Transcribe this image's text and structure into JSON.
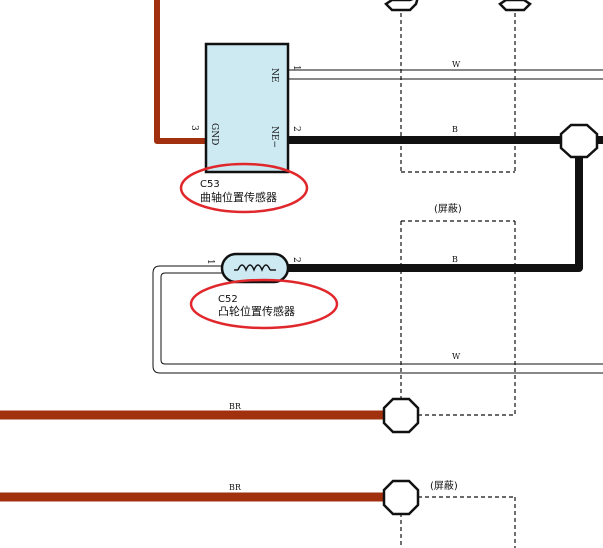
{
  "colors": {
    "harness_brown": "#a0300e",
    "sensor_fill": "#cde9f2",
    "highlight_red": "#e0282c",
    "wire_black": "#111111"
  },
  "crank_sensor": {
    "code": "C53",
    "name": "曲轴位置传感器",
    "pin1_label": "NE",
    "pin2_label": "NE−",
    "pin3_label": "GND",
    "pin1_num": "1",
    "pin2_num": "2",
    "pin3_num": "3"
  },
  "cam_sensor": {
    "code": "C52",
    "name": "凸轮位置传感器",
    "pin1_num": "1",
    "pin2_num": "2"
  },
  "wires": {
    "crank_ne": "W",
    "crank_ne_minus": "B",
    "cam_signal": "B",
    "cam_return": "W",
    "harness_a": "BR",
    "harness_b": "BR"
  },
  "shields": {
    "upper": "(屏蔽)",
    "lower": "(屏蔽)"
  }
}
